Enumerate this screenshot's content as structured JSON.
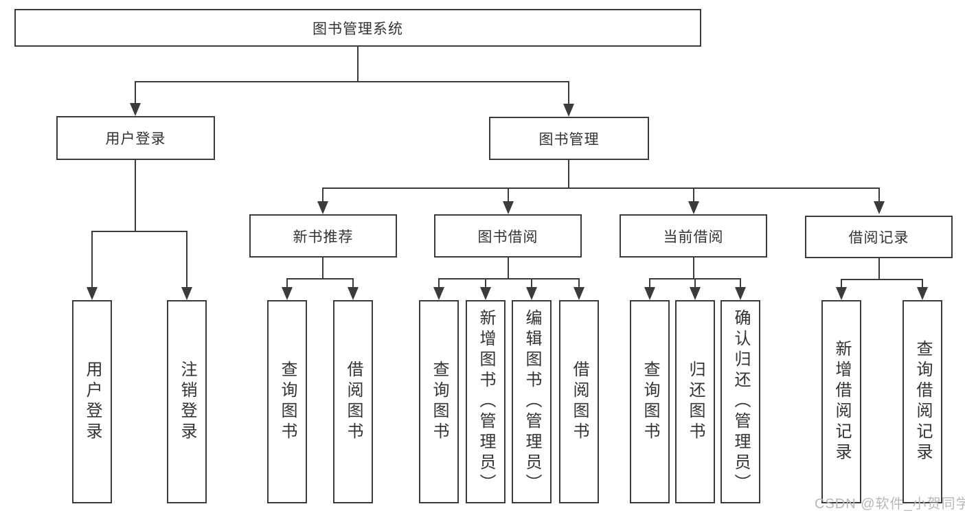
{
  "diagram": {
    "title": "图书管理系统",
    "root": {
      "label": "图书管理系统"
    },
    "level2": [
      {
        "id": "user-login",
        "label": "用户登录"
      },
      {
        "id": "book-management",
        "label": "图书管理"
      }
    ],
    "level3": [
      {
        "id": "new-book-recommend",
        "label": "新书推荐",
        "parent": "图书管理"
      },
      {
        "id": "book-borrowing",
        "label": "图书借阅",
        "parent": "图书管理"
      },
      {
        "id": "current-borrowing",
        "label": "当前借阅",
        "parent": "图书管理"
      },
      {
        "id": "borrow-records",
        "label": "借阅记录",
        "parent": "图书管理"
      }
    ],
    "leaves": {
      "user_login": [
        {
          "label": "用户登录"
        },
        {
          "label": "注销登录"
        }
      ],
      "new_book_recommend": [
        {
          "label": "查询图书"
        },
        {
          "label": "借阅图书"
        }
      ],
      "book_borrowing": [
        {
          "label": "查询图书"
        },
        {
          "label": "新增图书（管理员）"
        },
        {
          "label": "编辑图书（管理员）"
        },
        {
          "label": "借阅图书"
        }
      ],
      "current_borrowing": [
        {
          "label": "查询图书"
        },
        {
          "label": "归还图书"
        },
        {
          "label": "确认归还（管理员）"
        }
      ],
      "borrow_records": [
        {
          "label": "新增借阅记录"
        },
        {
          "label": "查询借阅记录"
        }
      ]
    }
  },
  "watermark": {
    "text": "CSDN @软件_小贺同学"
  },
  "colors": {
    "line": "#3b3b3b",
    "text": "#333333",
    "background": "#ffffff",
    "watermark": "#b8b8b8"
  }
}
